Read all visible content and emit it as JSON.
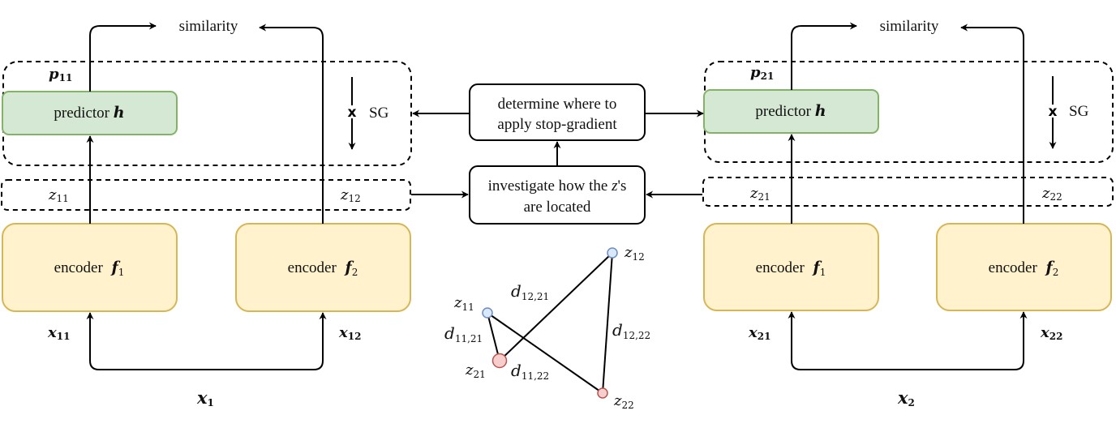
{
  "colors": {
    "predictor_fill": "#d5e8d4",
    "predictor_stroke": "#82b366",
    "encoder_fill": "#fff2cc",
    "encoder_stroke": "#d6b656",
    "node_blue_fill": "#dae8fc",
    "node_blue_stroke": "#6c8ebf",
    "node_red_fill": "#f8cecc",
    "node_red_stroke": "#b85450"
  },
  "left_branch": {
    "similarity": "similarity",
    "predictor": {
      "text": "predictor ",
      "var": "h"
    },
    "sg": "SG",
    "sg_mark": "x",
    "p": {
      "base": "p",
      "sub": "11"
    },
    "z_a": {
      "base": "z",
      "sub": "11"
    },
    "z_b": {
      "base": "z",
      "sub": "12"
    },
    "encoder_a": {
      "text": "encoder ",
      "var": "f",
      "sub": "1"
    },
    "encoder_b": {
      "text": "encoder ",
      "var": "f",
      "sub": "2"
    },
    "x_a": {
      "base": "x",
      "sub": "11"
    },
    "x_b": {
      "base": "x",
      "sub": "12"
    },
    "x_in": {
      "base": "x",
      "sub": "1"
    }
  },
  "right_branch": {
    "similarity": "similarity",
    "predictor": {
      "text": "predictor ",
      "var": "h"
    },
    "sg": "SG",
    "sg_mark": "x",
    "p": {
      "base": "p",
      "sub": "21"
    },
    "z_a": {
      "base": "z",
      "sub": "21"
    },
    "z_b": {
      "base": "z",
      "sub": "22"
    },
    "encoder_a": {
      "text": "encoder ",
      "var": "f",
      "sub": "1"
    },
    "encoder_b": {
      "text": "encoder ",
      "var": "f",
      "sub": "2"
    },
    "x_a": {
      "base": "x",
      "sub": "21"
    },
    "x_b": {
      "base": "x",
      "sub": "22"
    },
    "x_in": {
      "base": "x",
      "sub": "2"
    }
  },
  "center": {
    "determine_line1": "determine where to",
    "determine_line2": "apply stop-gradient",
    "investigate_line1_pre": "investigate how the ",
    "investigate_line1_var": "z",
    "investigate_line1_post": "'s",
    "investigate_line2": "are located"
  },
  "graph": {
    "nodes": [
      {
        "id": "z11",
        "base": "z",
        "sub": "11",
        "group": "blue"
      },
      {
        "id": "z12",
        "base": "z",
        "sub": "12",
        "group": "blue"
      },
      {
        "id": "z21",
        "base": "z",
        "sub": "21",
        "group": "red"
      },
      {
        "id": "z22",
        "base": "z",
        "sub": "22",
        "group": "red"
      }
    ],
    "edges": [
      {
        "from": "z11",
        "to": "z21",
        "base": "d",
        "sub": "11,21"
      },
      {
        "from": "z11",
        "to": "z22",
        "base": "d",
        "sub": "11,22"
      },
      {
        "from": "z12",
        "to": "z21",
        "base": "d",
        "sub": "12,21"
      },
      {
        "from": "z12",
        "to": "z22",
        "base": "d",
        "sub": "12,22"
      }
    ]
  }
}
